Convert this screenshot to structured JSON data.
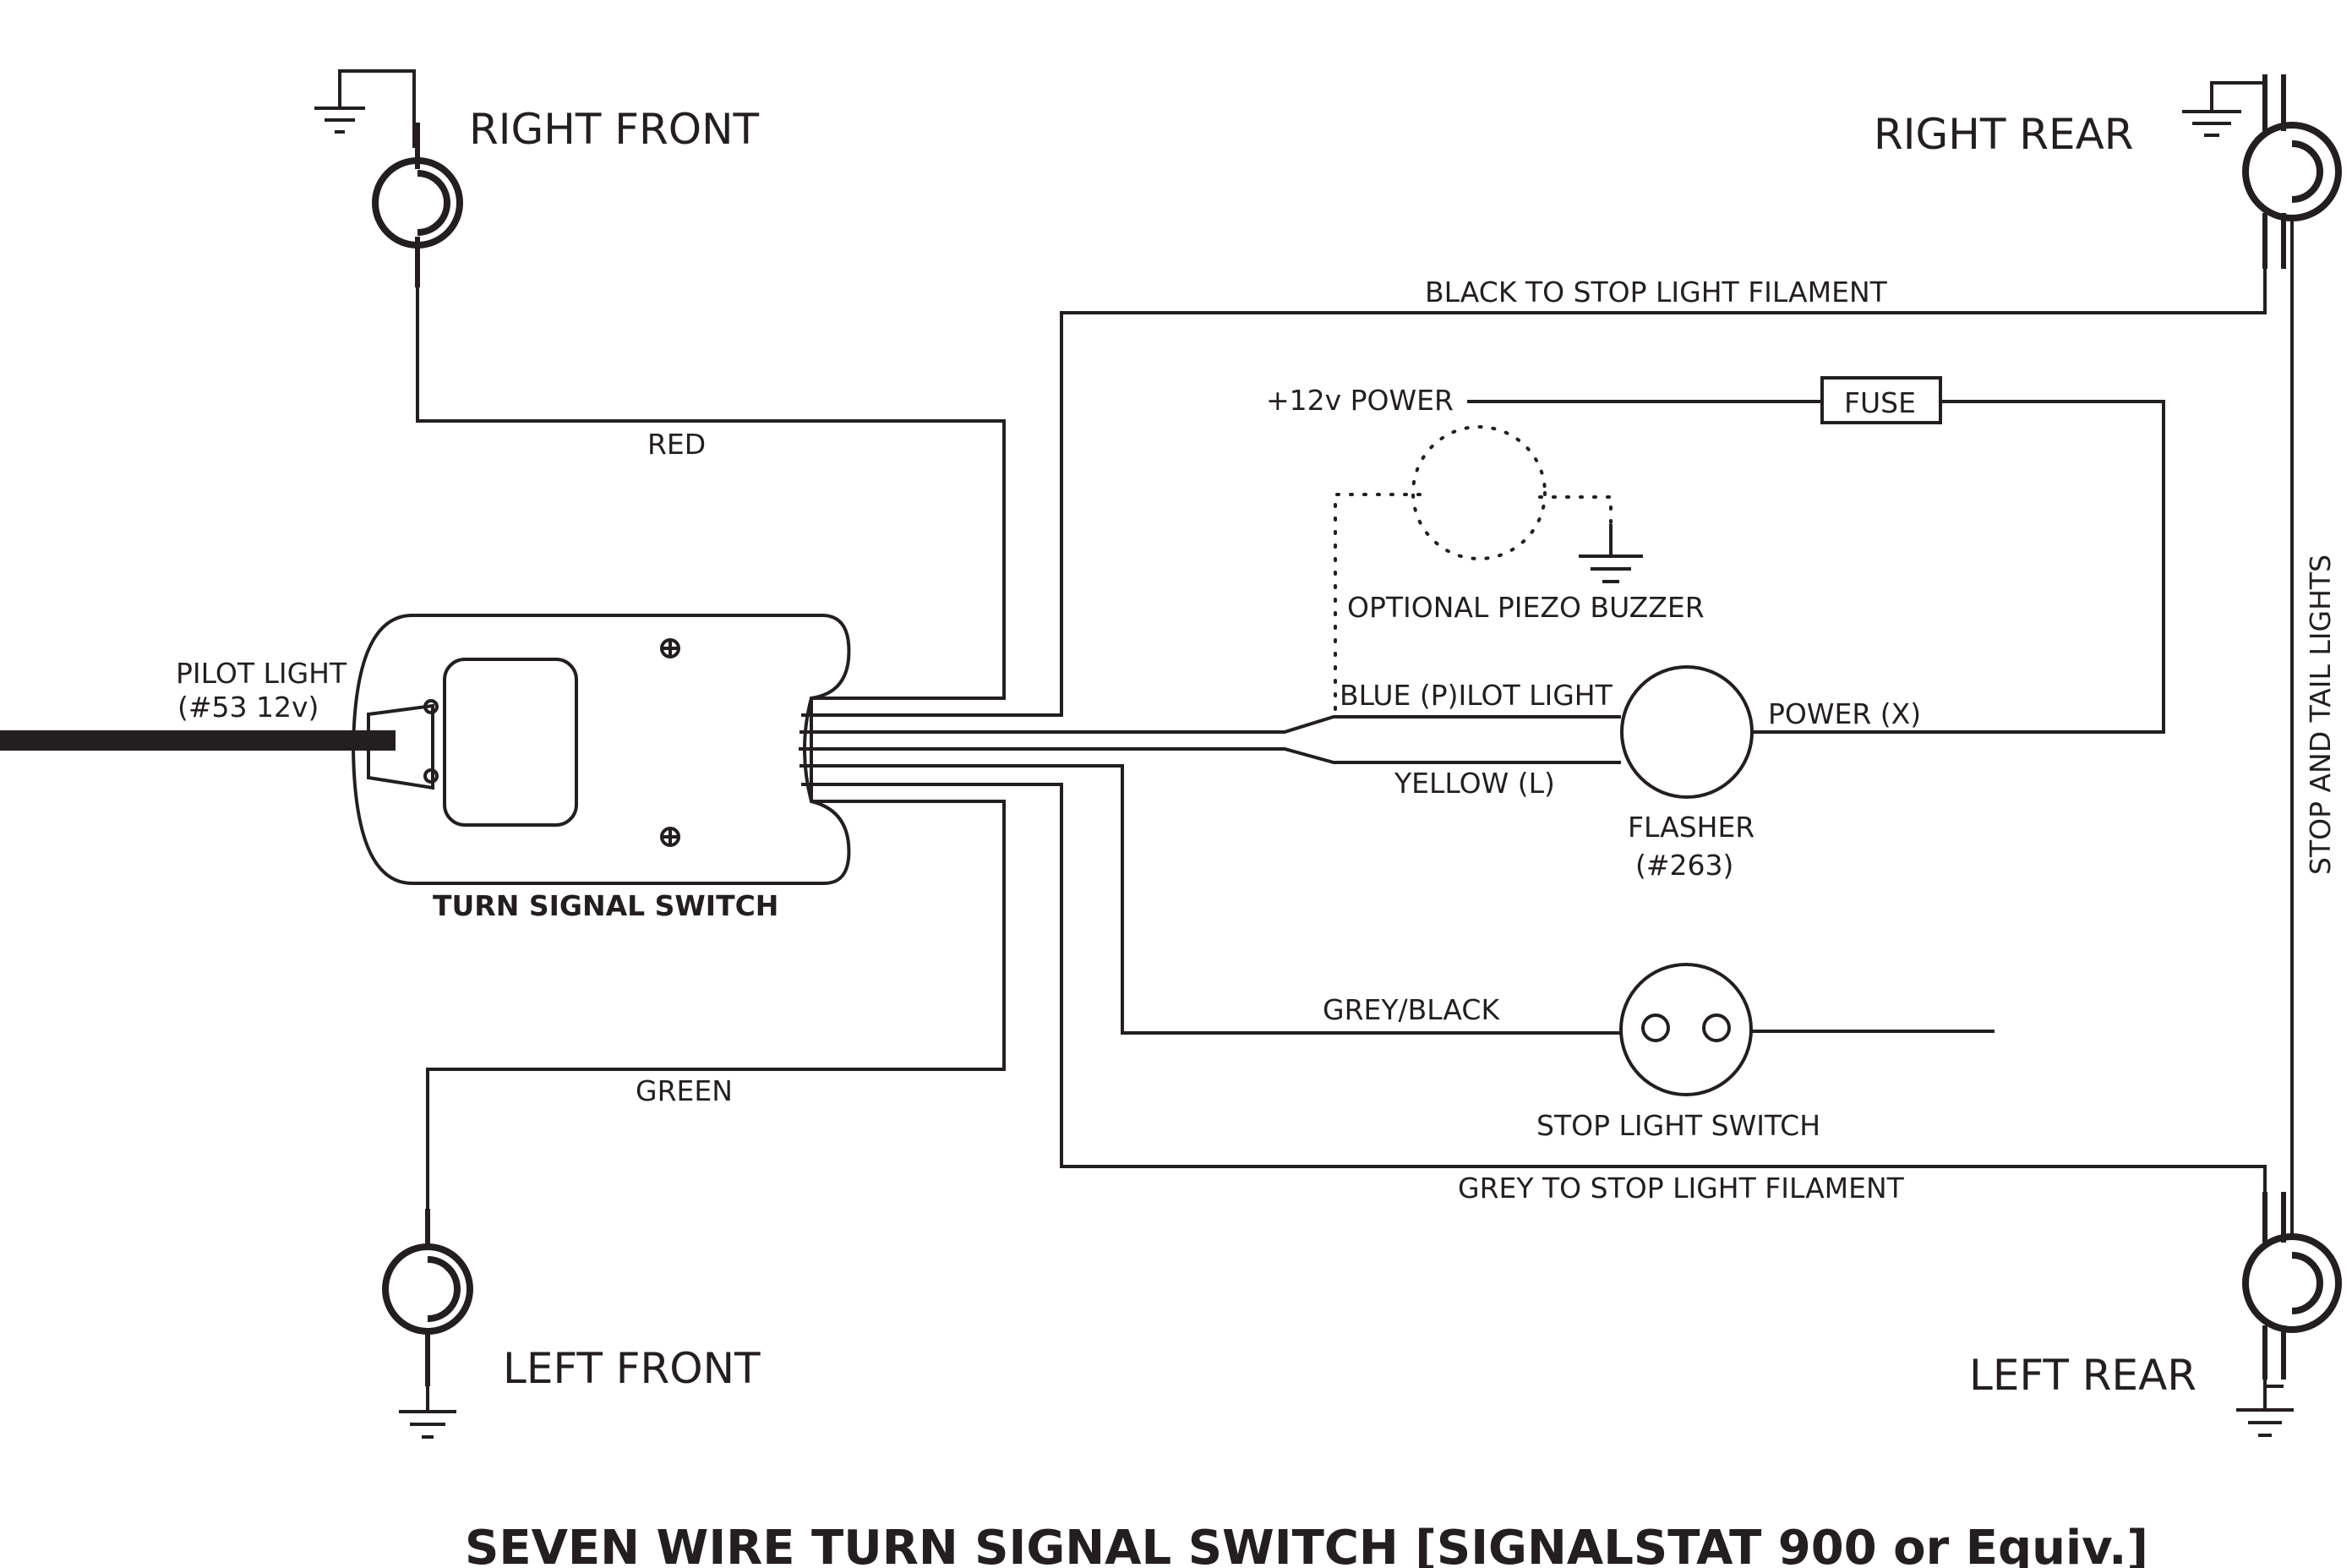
{
  "title": "SEVEN WIRE TURN SIGNAL SWITCH [SIGNALSTAT 900 or Equiv.]",
  "lamps": {
    "right_front": "RIGHT FRONT",
    "right_rear": "RIGHT REAR",
    "left_front": "LEFT FRONT",
    "left_rear": "LEFT REAR"
  },
  "wires": {
    "red": "RED",
    "green": "GREEN",
    "black": "BLACK TO STOP LIGHT FILAMENT",
    "grey": "GREY TO STOP LIGHT FILAMENT",
    "grey_black": "GREY/BLACK",
    "blue": "BLUE (P)ILOT LIGHT",
    "yellow": "YELLOW (L)",
    "power_x": "POWER (X)",
    "stop_tail": "STOP AND TAIL LIGHTS"
  },
  "components": {
    "power": "+12v POWER",
    "fuse": "FUSE",
    "buzzer": "OPTIONAL PIEZO BUZZER",
    "flasher": "FLASHER",
    "flasher_part": "(#263)",
    "stop_switch": "STOP LIGHT SWITCH",
    "turn_switch": "TURN SIGNAL SWITCH",
    "pilot_light": "PILOT LIGHT",
    "pilot_part": "(#53 12v)"
  }
}
